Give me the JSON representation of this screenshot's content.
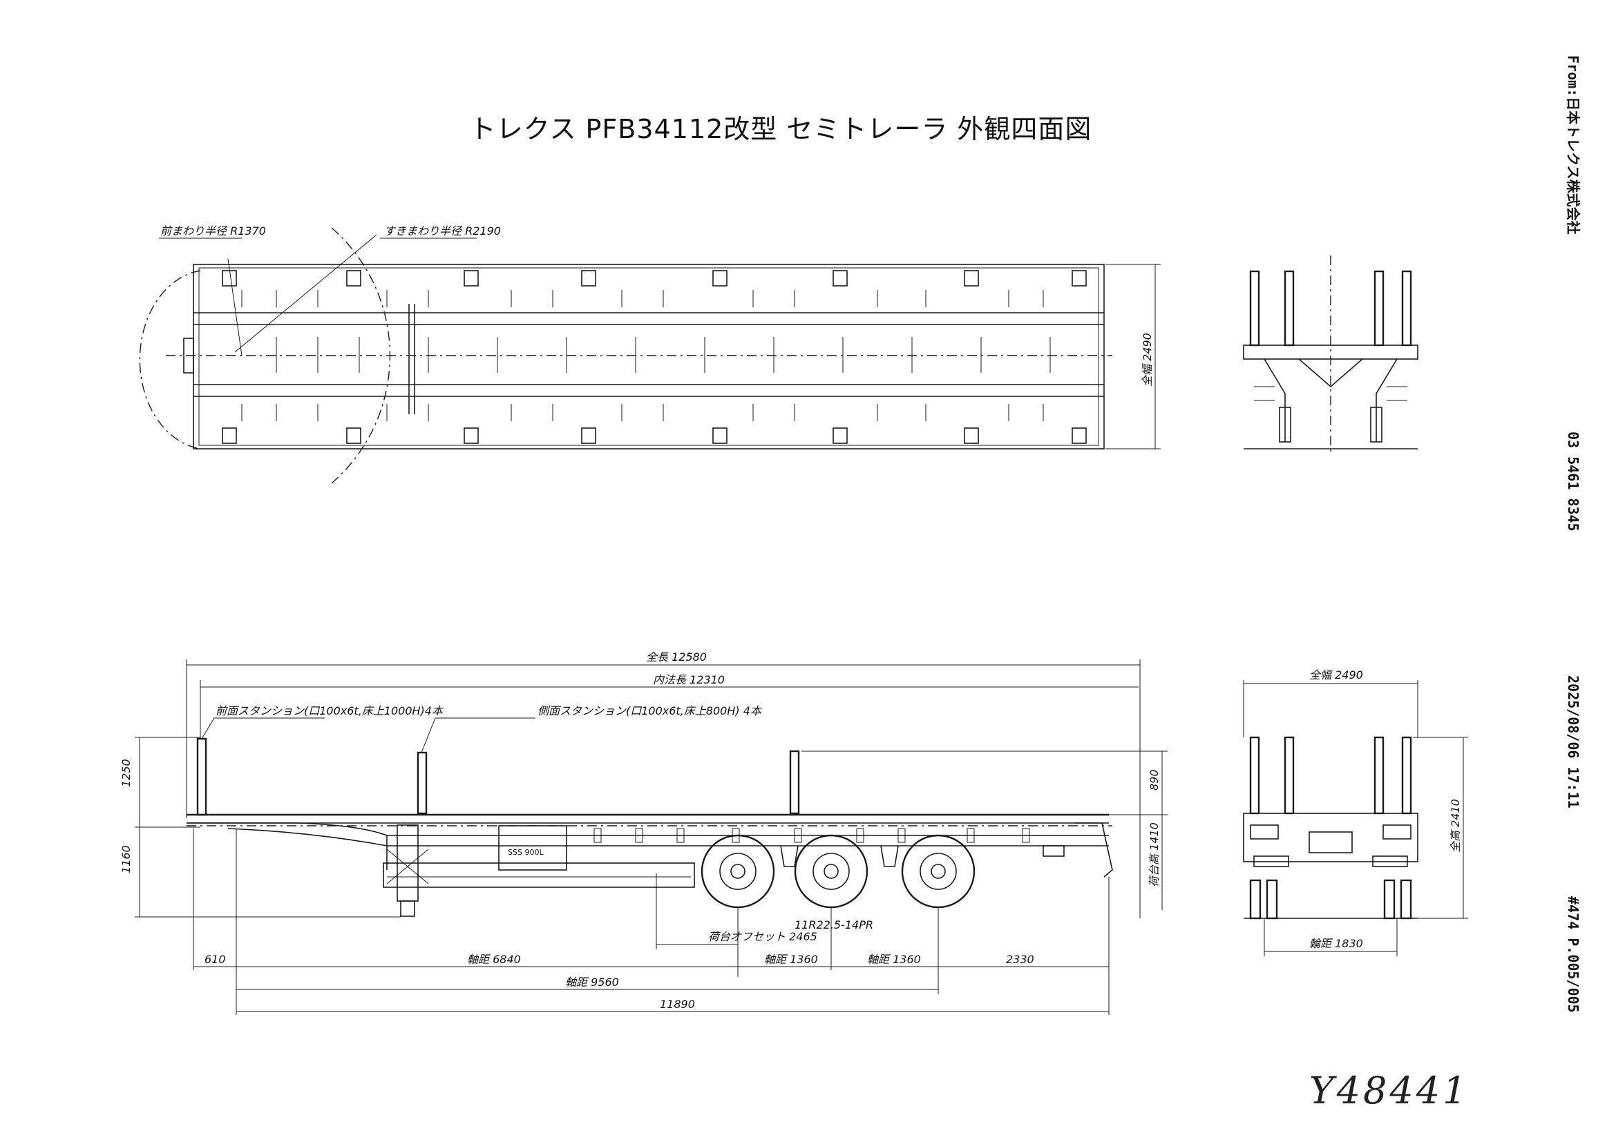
{
  "title": "トレクス PFB34112改型 セミトレーラ 外観四面図",
  "fax_header": {
    "from": "From:日本トレクス株式会社",
    "phone": "03 5461 8345",
    "datetime": "2025/08/06 17:11",
    "page": "#474 P.005/005"
  },
  "handwritten_id": "Y48441",
  "plan_view": {
    "front_radius": "前まわり半径 R1370",
    "rear_radius": "すきまわり半径 R2190",
    "width": "全幅 2490"
  },
  "side_view": {
    "overall_length": "全長 12580",
    "inner_length": "内法長 12310",
    "front_stanchion": "前面スタンション(口100x6t,床上1000H)4本",
    "side_stanchion": "側面スタンション(口100x6t,床上800H) 4本",
    "height_front": "1250",
    "height_lower": "1160",
    "stanchion_height": "890",
    "deck_height": "荷台高 1410",
    "tire_size": "11R22.5-14PR",
    "deck_offset": "荷台オフセット 2465",
    "kingpin_offset": "610",
    "wheelbase_1": "軸距 6840",
    "axle_spacing_1": "軸距 1360",
    "axle_spacing_2": "軸距 1360",
    "rear_overhang": "2330",
    "wheelbase_total": "軸距 9560",
    "length_11890": "11890",
    "plate_text": "SSS 900L"
  },
  "rear_view": {
    "width": "全幅 2490",
    "height": "全高 2410",
    "track": "輪距 1830"
  }
}
